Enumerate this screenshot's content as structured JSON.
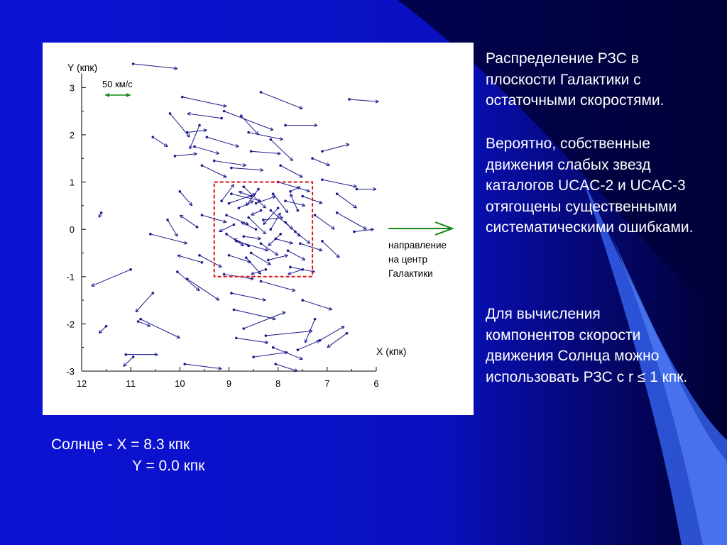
{
  "slide": {
    "title_text": "Распределение РЗС в плоскости Галактики с остаточными скоростями.",
    "paragraph_2": "Вероятно, собственные движения слабых звезд каталогов UCAC-2 и UCAC-3 отягощены существенными систематическими ошибками.",
    "paragraph_3": "Для вычисления компонентов скорости движения Солнца можно использовать РЗС с r ≤ 1 кпк.",
    "sun_x": "Солнце - X = 8.3 кпк",
    "sun_y": "Y = 0.0 кпк"
  },
  "chart_data": {
    "type": "scatter",
    "ylabel": "Y (кпк)",
    "xlabel": "X (кпк)",
    "xlim": [
      12,
      6
    ],
    "ylim": [
      -3,
      3.5
    ],
    "x_ticks": [
      "12",
      "11",
      "10",
      "9",
      "8",
      "7",
      "6"
    ],
    "x_tick_values": [
      12,
      11,
      10,
      9,
      8,
      7,
      6
    ],
    "y_ticks": [
      "3",
      "2",
      "1",
      "0",
      "-1",
      "-2",
      "-3"
    ],
    "y_tick_values": [
      3,
      2,
      1,
      0,
      -1,
      -2,
      -3
    ],
    "scale_label": "50 км/с",
    "direction_label": [
      "направление",
      "на центр",
      "Галактики"
    ],
    "region_box": {
      "x": [
        9.3,
        7.3
      ],
      "y": [
        -1,
        1
      ]
    },
    "colors": {
      "vectors": "#1a1a8c",
      "box": "#dd1111",
      "arrows": "#118811"
    },
    "vectors": [
      [
        10.95,
        3.5,
        10.05,
        3.4
      ],
      [
        9.95,
        2.8,
        9.05,
        2.6
      ],
      [
        8.35,
        2.9,
        7.5,
        2.55
      ],
      [
        6.55,
        2.75,
        5.95,
        2.7
      ],
      [
        10.2,
        2.45,
        9.8,
        1.95
      ],
      [
        9.6,
        2.2,
        9.8,
        1.7
      ],
      [
        9.1,
        2.5,
        8.1,
        2.1
      ],
      [
        8.75,
        2.4,
        8.4,
        2.0
      ],
      [
        7.85,
        2.2,
        7.2,
        2.2
      ],
      [
        9.7,
        1.75,
        9.2,
        1.6
      ],
      [
        9.3,
        1.45,
        8.65,
        1.35
      ],
      [
        8.55,
        1.65,
        7.95,
        1.6
      ],
      [
        7.95,
        1.35,
        7.5,
        1.1
      ],
      [
        7.1,
        1.65,
        6.55,
        1.8
      ],
      [
        10.55,
        1.95,
        10.25,
        1.75
      ],
      [
        9.55,
        1.35,
        9.05,
        1.1
      ],
      [
        8.95,
        1.3,
        8.3,
        1.25
      ],
      [
        7.1,
        1.05,
        6.4,
        0.9
      ],
      [
        6.4,
        0.85,
        6.0,
        0.85
      ],
      [
        11.6,
        0.35,
        11.65,
        0.25
      ],
      [
        10.25,
        0.2,
        10.05,
        -0.15
      ],
      [
        10.6,
        -0.1,
        9.85,
        -0.3
      ],
      [
        10.0,
        0.8,
        9.75,
        0.5
      ],
      [
        11.0,
        -0.85,
        11.8,
        -1.2
      ],
      [
        10.05,
        -0.9,
        9.6,
        -1.3
      ],
      [
        9.85,
        -1.05,
        9.2,
        -1.5
      ],
      [
        10.55,
        -1.35,
        10.9,
        -1.75
      ],
      [
        10.8,
        -1.9,
        10.0,
        -2.3
      ],
      [
        10.85,
        -1.95,
        10.6,
        -2.05
      ],
      [
        11.5,
        -2.05,
        11.65,
        -2.2
      ],
      [
        11.1,
        -2.65,
        10.45,
        -2.65
      ],
      [
        10.95,
        -2.7,
        11.15,
        -2.9
      ],
      [
        9.9,
        -2.85,
        9.15,
        -2.95
      ],
      [
        8.7,
        -2.1,
        7.85,
        -1.75
      ],
      [
        8.25,
        -2.25,
        7.3,
        -2.15
      ],
      [
        8.1,
        -2.5,
        7.5,
        -2.75
      ],
      [
        7.6,
        -2.55,
        7.15,
        -2.35
      ],
      [
        7.15,
        -2.35,
        6.65,
        -2.05
      ],
      [
        6.6,
        -2.2,
        7.0,
        -2.5
      ],
      [
        8.5,
        -2.7,
        7.8,
        -2.6
      ],
      [
        8.05,
        -2.85,
        7.6,
        -3.0
      ],
      [
        8.9,
        -1.7,
        8.05,
        -1.9
      ],
      [
        7.5,
        -1.5,
        6.9,
        -1.7
      ],
      [
        7.25,
        -1.9,
        7.45,
        -2.4
      ],
      [
        8.95,
        -1.35,
        8.25,
        -1.5
      ],
      [
        9.15,
        2.35,
        9.85,
        2.45
      ],
      [
        8.0,
        1.0,
        7.35,
        0.8
      ],
      [
        9.55,
        0.3,
        9.05,
        0.15
      ],
      [
        6.8,
        0.75,
        6.4,
        0.45
      ],
      [
        6.8,
        0.35,
        6.2,
        0.0
      ],
      [
        7.25,
        0.3,
        6.85,
        0.0
      ],
      [
        7.1,
        -0.25,
        6.75,
        -0.6
      ],
      [
        9.6,
        -0.55,
        9.15,
        -0.8
      ],
      [
        9.55,
        -0.7,
        10.05,
        -0.55
      ],
      [
        9.65,
        0.05,
        10.0,
        0.3
      ],
      [
        8.85,
        -2.3,
        8.2,
        -2.4
      ],
      [
        9.45,
        1.95,
        8.8,
        1.75
      ],
      [
        8.15,
        1.9,
        7.7,
        1.45
      ],
      [
        8.6,
        2.05,
        7.9,
        1.9
      ],
      [
        10.1,
        1.55,
        9.65,
        1.6
      ],
      [
        9.85,
        2.05,
        9.45,
        2.1
      ],
      [
        7.3,
        1.5,
        6.95,
        1.35
      ],
      [
        7.5,
        0.7,
        7.1,
        0.55
      ],
      [
        8.65,
        -0.6,
        8.35,
        -0.95
      ],
      [
        9.0,
        0.55,
        8.45,
        0.75
      ],
      [
        8.85,
        -0.25,
        8.2,
        -0.45
      ],
      [
        8.15,
        0.4,
        7.7,
        0.0
      ],
      [
        7.55,
        -0.3,
        7.1,
        -0.45
      ],
      [
        9.1,
        -0.95,
        8.5,
        -1.05
      ],
      [
        8.35,
        -1.1,
        7.65,
        -1.3
      ],
      [
        7.75,
        -0.8,
        7.25,
        -0.9
      ],
      [
        6.45,
        -0.05,
        6.05,
        0.0
      ]
    ],
    "cluster_vectors": [
      [
        8.95,
        0.75,
        8.35,
        0.6
      ],
      [
        8.7,
        0.9,
        8.25,
        0.45
      ],
      [
        8.45,
        0.55,
        8.05,
        0.7
      ],
      [
        8.1,
        0.75,
        7.8,
        0.35
      ],
      [
        7.85,
        0.6,
        7.45,
        0.5
      ],
      [
        9.05,
        0.3,
        8.6,
        0.1
      ],
      [
        8.6,
        0.25,
        8.25,
        -0.1
      ],
      [
        8.3,
        0.2,
        7.9,
        0.25
      ],
      [
        7.85,
        0.15,
        7.55,
        -0.15
      ],
      [
        9.05,
        -0.1,
        8.7,
        -0.35
      ],
      [
        8.7,
        -0.15,
        8.35,
        -0.2
      ],
      [
        8.35,
        -0.3,
        8.0,
        -0.55
      ],
      [
        8.05,
        -0.2,
        7.7,
        -0.3
      ],
      [
        7.65,
        -0.05,
        7.35,
        -0.3
      ],
      [
        9.0,
        -0.55,
        8.55,
        -0.7
      ],
      [
        8.55,
        -0.5,
        8.15,
        -0.75
      ],
      [
        8.2,
        -0.65,
        7.8,
        -0.55
      ],
      [
        7.8,
        -0.45,
        7.45,
        -0.65
      ],
      [
        8.4,
        0.85,
        8.65,
        0.5
      ],
      [
        8.8,
        0.45,
        8.5,
        0.6
      ],
      [
        8.0,
        0.45,
        8.3,
        0.1
      ],
      [
        8.45,
        0.0,
        8.75,
        0.15
      ],
      [
        7.95,
        -0.1,
        8.2,
        -0.35
      ],
      [
        8.6,
        -0.35,
        8.9,
        -0.2
      ],
      [
        8.9,
        0.1,
        9.2,
        -0.05
      ],
      [
        7.6,
        0.4,
        7.75,
        0.75
      ],
      [
        8.25,
        -0.85,
        8.55,
        -0.95
      ],
      [
        7.5,
        -0.85,
        7.8,
        -0.95
      ],
      [
        9.15,
        0.6,
        8.9,
        0.95
      ],
      [
        8.55,
        0.7,
        8.8,
        0.8
      ],
      [
        8.15,
        0.0,
        7.95,
        0.35
      ],
      [
        8.35,
        0.4,
        8.55,
        0.3
      ],
      [
        7.75,
        0.8,
        7.55,
        0.9
      ]
    ]
  }
}
